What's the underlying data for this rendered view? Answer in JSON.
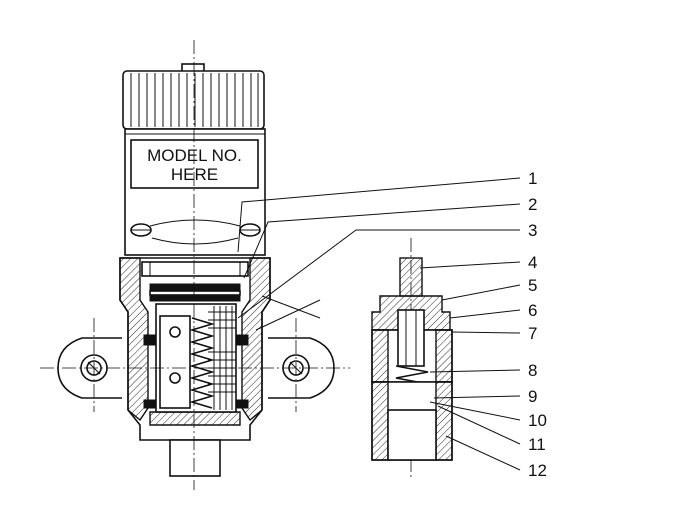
{
  "label_box": {
    "line1": "MODEL NO.",
    "line2": "HERE"
  },
  "callouts": [
    "1",
    "2",
    "3",
    "4",
    "5",
    "6",
    "7",
    "8",
    "9",
    "10",
    "11",
    "12"
  ]
}
